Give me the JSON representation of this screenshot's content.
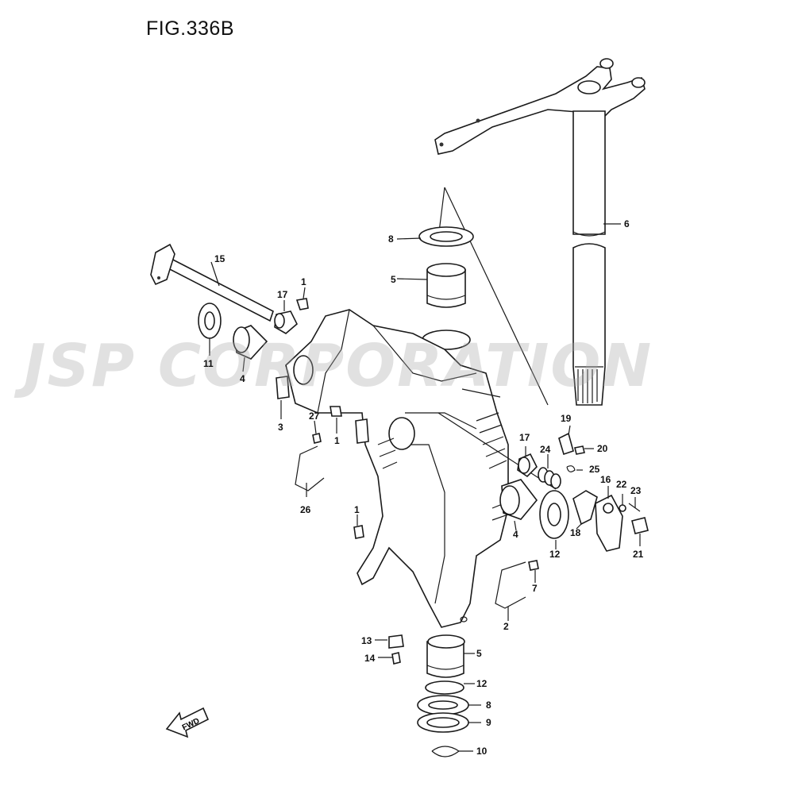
{
  "figure": {
    "title": "FIG.336B",
    "watermark": "JSP CORPORATION",
    "fwd_label": "FWD"
  },
  "callouts": [
    {
      "id": "c1a",
      "text": "1"
    },
    {
      "id": "c1b",
      "text": "1"
    },
    {
      "id": "c1c",
      "text": "1"
    },
    {
      "id": "c2",
      "text": "2"
    },
    {
      "id": "c3",
      "text": "3"
    },
    {
      "id": "c4a",
      "text": "4"
    },
    {
      "id": "c4b",
      "text": "4"
    },
    {
      "id": "c5a",
      "text": "5"
    },
    {
      "id": "c5b",
      "text": "5"
    },
    {
      "id": "c6",
      "text": "6"
    },
    {
      "id": "c7",
      "text": "7"
    },
    {
      "id": "c8a",
      "text": "8"
    },
    {
      "id": "c8b",
      "text": "8"
    },
    {
      "id": "c9",
      "text": "9"
    },
    {
      "id": "c10",
      "text": "10"
    },
    {
      "id": "c11a",
      "text": "11"
    },
    {
      "id": "c11b",
      "text": "11"
    },
    {
      "id": "c12",
      "text": "12"
    },
    {
      "id": "c13",
      "text": "13"
    },
    {
      "id": "c14",
      "text": "14"
    },
    {
      "id": "c15",
      "text": "15"
    },
    {
      "id": "c16",
      "text": "16"
    },
    {
      "id": "c17a",
      "text": "17"
    },
    {
      "id": "c17b",
      "text": "17"
    },
    {
      "id": "c18",
      "text": "18"
    },
    {
      "id": "c19",
      "text": "19"
    },
    {
      "id": "c20",
      "text": "20"
    },
    {
      "id": "c21",
      "text": "21"
    },
    {
      "id": "c22",
      "text": "22"
    },
    {
      "id": "c23",
      "text": "23"
    },
    {
      "id": "c24",
      "text": "24"
    },
    {
      "id": "c25",
      "text": "25"
    },
    {
      "id": "c26",
      "text": "26"
    },
    {
      "id": "c27",
      "text": "27"
    }
  ]
}
